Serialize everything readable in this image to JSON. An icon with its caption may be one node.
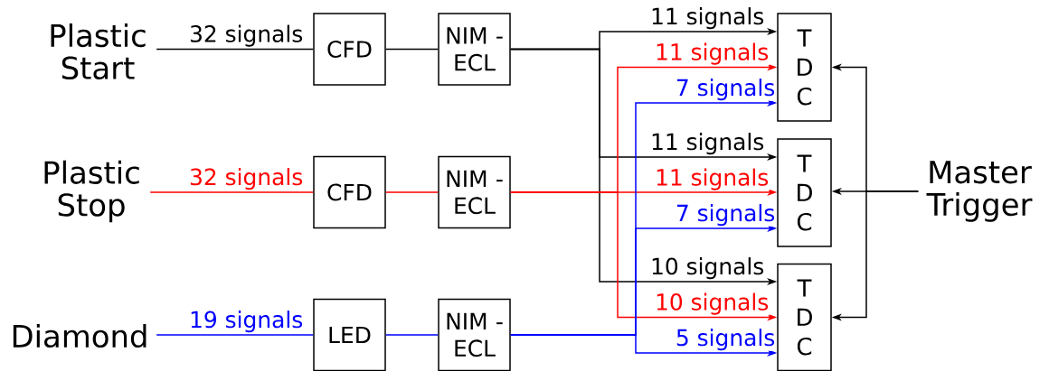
{
  "diagram": {
    "nodes": [
      {
        "text": [
          "Plastic Start"
        ]
      },
      {
        "text": [
          "Plastic Stop"
        ]
      },
      {
        "text": [
          "Diamond"
        ]
      },
      {
        "text": [
          "CFD"
        ]
      },
      {
        "text": [
          "CFD"
        ]
      },
      {
        "text": [
          "LED"
        ]
      },
      {
        "text": [
          "NIM - ECL"
        ]
      },
      {
        "text": [
          "NIM - ECL"
        ]
      },
      {
        "text": [
          "NIM - ECL"
        ]
      },
      {
        "text": [
          "T D C"
        ]
      },
      {
        "text": [
          "T D C"
        ]
      },
      {
        "text": [
          "T D C"
        ]
      },
      {
        "text": [
          "Master Trigger"
        ]
      }
    ],
    "edges": [
      {
        "from": 0,
        "to": 3,
        "arrow": "none",
        "label": "32 signals"
      },
      {
        "from": 3,
        "to": 6,
        "arrow": "none"
      },
      {
        "from": 6,
        "to": 9,
        "arrow": "to",
        "label": "11 signals"
      },
      {
        "from": 6,
        "to": 10,
        "arrow": "to",
        "label": "11 signals"
      },
      {
        "from": 6,
        "to": 11,
        "arrow": "to",
        "label": "10 signals"
      },
      {
        "from": 1,
        "to": 4,
        "arrow": "none",
        "label": "32 signals",
        "color": "#ff0000"
      },
      {
        "from": 4,
        "to": 7,
        "arrow": "none",
        "color": "#ff0000"
      },
      {
        "from": 7,
        "to": 9,
        "arrow": "to",
        "label": "11 signals",
        "color": "#ff0000"
      },
      {
        "from": 7,
        "to": 10,
        "arrow": "to",
        "label": "11 signals",
        "color": "#ff0000"
      },
      {
        "from": 7,
        "to": 11,
        "arrow": "to",
        "label": "10 signals",
        "color": "#ff0000"
      },
      {
        "from": 2,
        "to": 5,
        "arrow": "none",
        "label": "19 signals",
        "color": "#0000ff"
      },
      {
        "from": 5,
        "to": 8,
        "arrow": "none",
        "color": "#0000ff"
      },
      {
        "from": 8,
        "to": 9,
        "arrow": "to",
        "label": "7 signals",
        "color": "#0000ff"
      },
      {
        "from": 8,
        "to": 10,
        "arrow": "to",
        "label": "7 signals",
        "color": "#0000ff"
      },
      {
        "from": 8,
        "to": 11,
        "arrow": "to",
        "label": "5 signals",
        "color": "#0000ff"
      },
      {
        "from": 12,
        "to": 9,
        "arrow": "to"
      },
      {
        "from": 12,
        "to": 10,
        "arrow": "to"
      },
      {
        "from": 12,
        "to": 11,
        "arrow": "to"
      }
    ]
  }
}
